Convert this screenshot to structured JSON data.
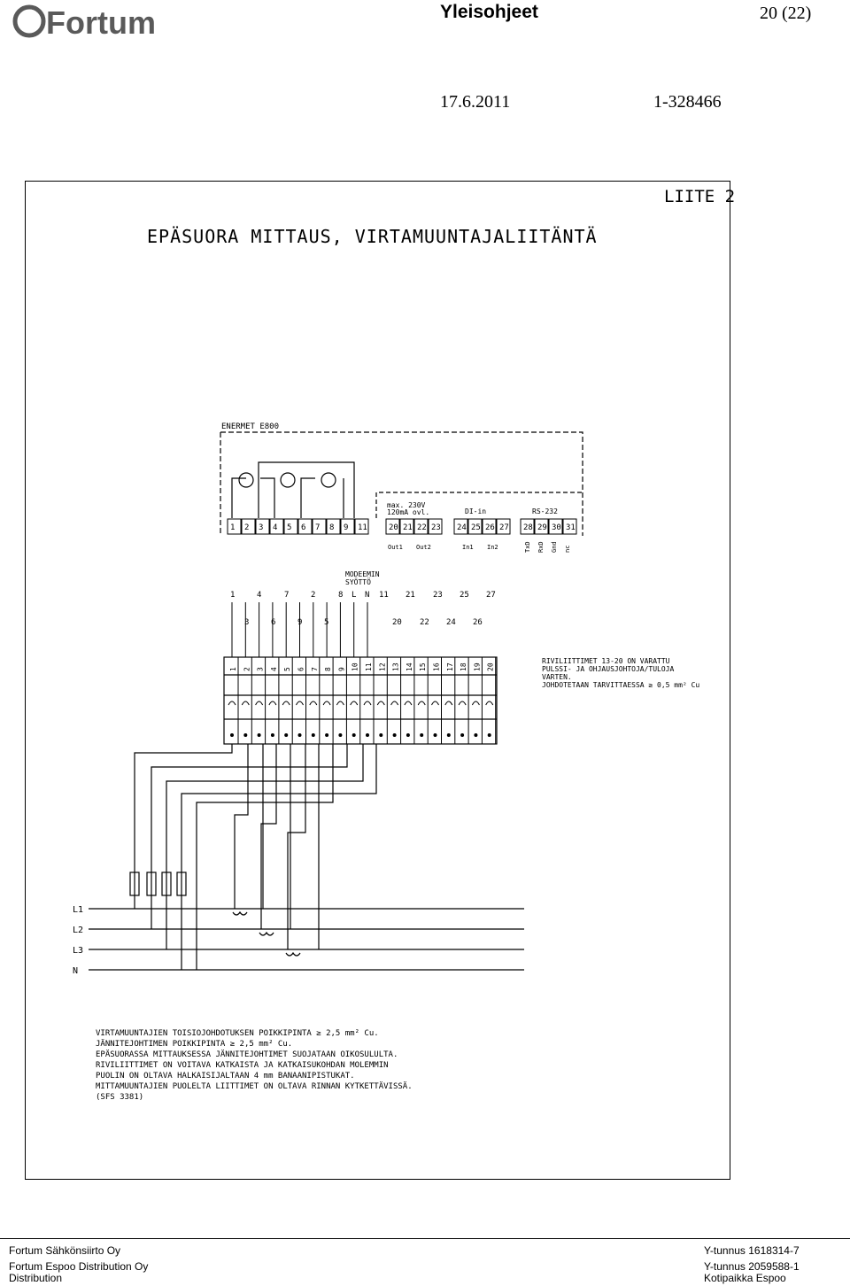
{
  "header": {
    "logo_text": "Fortum",
    "title": "Yleisohjeet",
    "page": "20 (22)",
    "date": "17.6.2011",
    "doc_number": "1-328466"
  },
  "drawing": {
    "appendix": "LIITE 2",
    "title": "EPÄSUORA MITTAUS, VIRTAMUUNTAJALIITÄNTÄ",
    "meter_name": "ENERMET E800",
    "output_note_1": "max. 230V",
    "output_note_2": "120mA ovl.",
    "digital_in": "DI-in",
    "serial_port": "RS-232",
    "meter_terminals": [
      "1",
      "2",
      "3",
      "4",
      "5",
      "6",
      "7",
      "8",
      "9",
      "11",
      "20",
      "21",
      "22",
      "23",
      "24",
      "25",
      "26",
      "27",
      "28",
      "29",
      "30",
      "31"
    ],
    "out_labels": [
      "Out1",
      "Out2",
      "In1",
      "In2"
    ],
    "serial_pins": [
      "TxD",
      "RxD",
      "Gnd",
      "nc"
    ],
    "modem_label_1": "MODEEMIN",
    "modem_label_2": "SYÖTTÖ",
    "upper_labels": [
      "1",
      "4",
      "7",
      "2",
      "8",
      "L",
      "N",
      "11",
      "21",
      "23",
      "25",
      "27"
    ],
    "lower_labels": [
      "3",
      "6",
      "9",
      "5",
      "20",
      "22",
      "24",
      "26"
    ],
    "block_terminals": [
      "1",
      "2",
      "3",
      "4",
      "5",
      "6",
      "7",
      "8",
      "9",
      "10",
      "11",
      "12",
      "13",
      "14",
      "15",
      "16",
      "17",
      "18",
      "19",
      "20"
    ],
    "note_right": [
      "RIVILIITTIMET 13-20 ON VARATTU",
      "PULSSI- JA OHJAUSJOHTOJA/TULOJA",
      "VARTEN.",
      "JOHDOTETAAN TARVITTAESSA ≥ 0,5 mm² Cu"
    ],
    "phases": [
      "L1",
      "L2",
      "L3",
      "N"
    ],
    "notes": [
      "VIRTAMUUNTAJIEN TOISIOJOHDOTUKSEN POIKKIPINTA ≥ 2,5 mm² Cu.",
      "JÄNNITEJOHTIMEN POIKKIPINTA ≥ 2,5 mm² Cu.",
      "EPÄSUORASSA MITTAUKSESSA JÄNNITEJOHTIMET SUOJATAAN OIKOSULULTA.",
      "RIVILIITTIMET ON VOITAVA KATKAISTA JA KATKAISUKOHDAN MOLEMMIN",
      "PUOLIN ON OLTAVA HALKAISIJALTAAN 4 mm BANAANIPISTUKAT.",
      "MITTAMUUNTAJIEN PUOLELTA LIITTIMET ON OLTAVA RINNAN KYTKETTÄVISSÄ.",
      "(SFS 3381)"
    ]
  },
  "footer": {
    "left_1": "Fortum Sähkönsiirto Oy",
    "left_2": "Fortum Espoo Distribution Oy",
    "left_3": "Distribution",
    "right_1": "Y-tunnus 1618314-7",
    "right_2": "Y-tunnus 2059588-1",
    "right_3": "Kotipaikka Espoo"
  }
}
